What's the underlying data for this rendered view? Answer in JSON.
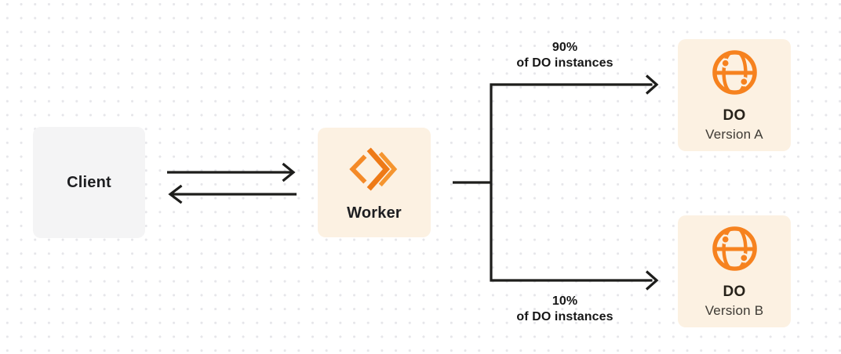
{
  "diagram": {
    "client_box": {
      "label": "Client"
    },
    "worker_box": {
      "label": "Worker",
      "icon": "cloudflare-workers-icon"
    },
    "do_version_a_box": {
      "title": "DO",
      "subtitle": "Version A",
      "icon": "durable-object-globe-icon"
    },
    "do_version_b_box": {
      "title": "DO",
      "subtitle": "Version B",
      "icon": "durable-object-globe-icon"
    },
    "top_branch_label": {
      "percent": "90%",
      "caption": "of DO instances"
    },
    "bottom_branch_label": {
      "percent": "10%",
      "caption": "of DO instances"
    }
  },
  "colors": {
    "accent_orange": "#f6821f",
    "cream_box_background": "#fcf1e2",
    "gray_box_background": "#f4f4f5",
    "connector_dark": "#1d1d1b",
    "canvas_background": "#ffffff",
    "dot_grid": "#e6e6ea"
  }
}
